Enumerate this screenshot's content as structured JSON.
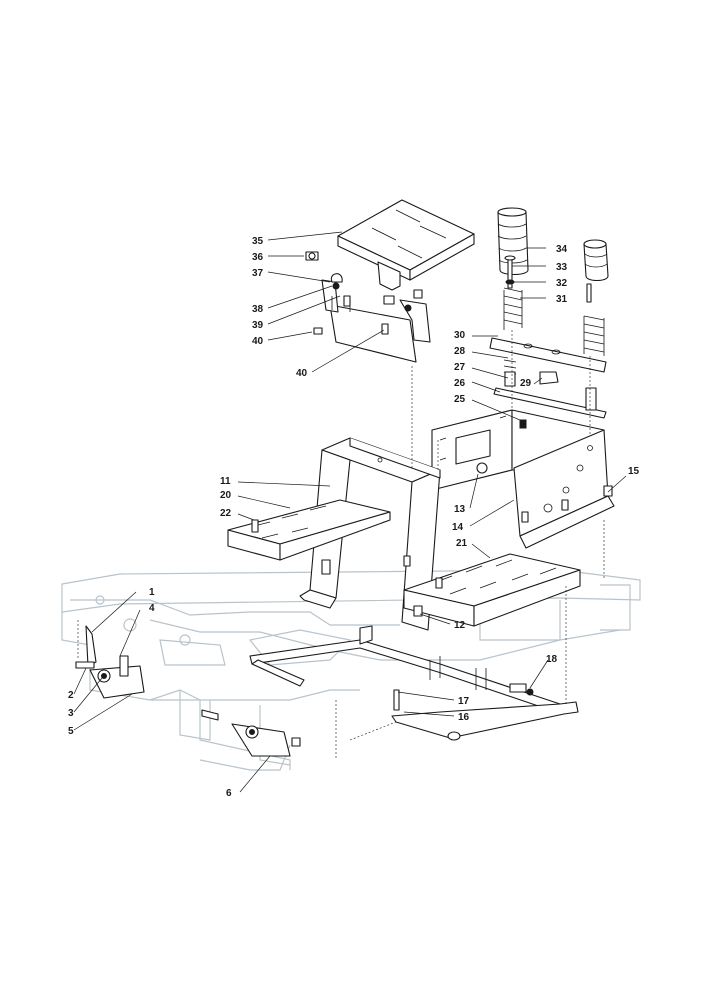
{
  "callouts": [
    {
      "n": "1"
    },
    {
      "n": "2"
    },
    {
      "n": "3"
    },
    {
      "n": "4"
    },
    {
      "n": "5"
    },
    {
      "n": "6"
    },
    {
      "n": "11"
    },
    {
      "n": "12"
    },
    {
      "n": "13"
    },
    {
      "n": "14"
    },
    {
      "n": "15"
    },
    {
      "n": "16"
    },
    {
      "n": "17"
    },
    {
      "n": "18"
    },
    {
      "n": "20"
    },
    {
      "n": "21"
    },
    {
      "n": "22"
    },
    {
      "n": "25"
    },
    {
      "n": "26"
    },
    {
      "n": "27"
    },
    {
      "n": "28"
    },
    {
      "n": "29"
    },
    {
      "n": "30"
    },
    {
      "n": "31"
    },
    {
      "n": "32"
    },
    {
      "n": "33"
    },
    {
      "n": "34"
    },
    {
      "n": "35"
    },
    {
      "n": "36"
    },
    {
      "n": "37"
    },
    {
      "n": "38"
    },
    {
      "n": "39"
    },
    {
      "n": "40"
    },
    {
      "n": "40"
    }
  ]
}
